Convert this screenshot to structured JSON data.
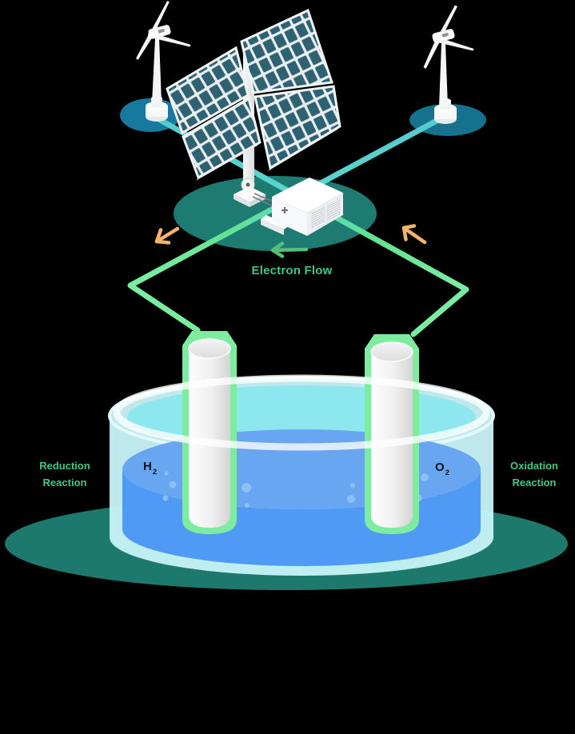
{
  "diagram": {
    "title_present": false,
    "labels": {
      "electron_flow": "Electron Flow",
      "reduction_line1": "Reduction",
      "reduction_line2": "Reaction",
      "oxidation_line1": "Oxidation",
      "oxidation_line2": "Reaction",
      "h2_symbol": "H",
      "h2_subscript": "2",
      "o2_symbol": "O",
      "o2_subscript": "2"
    },
    "components": [
      "wind-turbine-left",
      "wind-turbine-right",
      "solar-panel-array",
      "power-converter-box",
      "electron-flow-arrow",
      "current-arrow-left",
      "current-arrow-right",
      "circuit-line-left",
      "circuit-line-right",
      "beaker-with-water",
      "cathode-tube-h2",
      "anode-tube-o2",
      "bubbles"
    ],
    "colors": {
      "background": "#000000",
      "label_green": "#3fc87e",
      "circuit_green": "#79ec9f",
      "circuit_cyan": "#55cad0",
      "arrow_orange": "#f4b469",
      "electrode_outline_green": "#7dec9f",
      "water_blue": "#4f9af5",
      "water_surface_blue": "#69a6f1",
      "glass_cyan": "#c8f4f8",
      "pad_teal_center": "#1e7b71",
      "pad_teal_left": "#17799e",
      "pad_teal_right": "#16718e",
      "ground_shadow_teal": "#1d796d",
      "solar_cell_teal": "#2e6273",
      "gas_label_dark": "#0d1420"
    }
  }
}
